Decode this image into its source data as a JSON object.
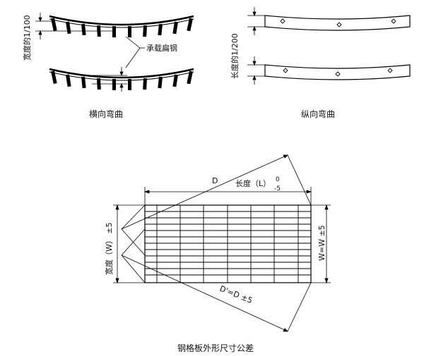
{
  "top_left": {
    "caption": "横向弯曲",
    "side_label": "宽度的1/100",
    "callout": "承载扁钢"
  },
  "top_right": {
    "caption": "纵向弯曲",
    "side_label": "长度的1/200"
  },
  "bottom": {
    "caption": "钢格板外形尺寸公差",
    "diag_top_label": "D",
    "length_label": "长度（L）",
    "length_tol_top": "0",
    "length_tol_bottom": "-5",
    "width_label": "宽度（W） ±5",
    "right_label": "W=W ±5",
    "diag_bottom_label": "D'=D ±5"
  }
}
